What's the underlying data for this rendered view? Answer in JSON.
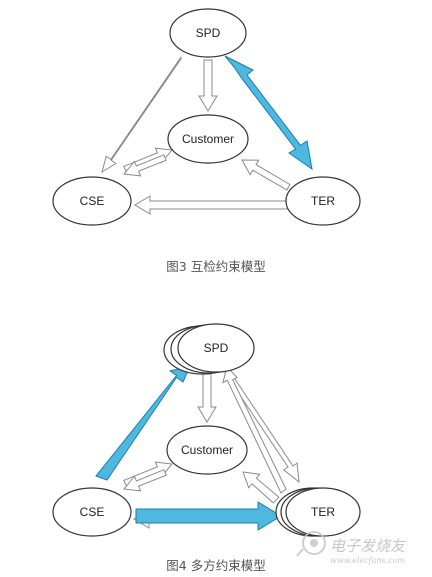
{
  "figure3": {
    "nodes": {
      "spd": "SPD",
      "customer": "Customer",
      "cse": "CSE",
      "ter": "TER"
    },
    "caption": "图3  互检约束模型"
  },
  "figure4": {
    "nodes": {
      "spd": "SPD",
      "customer": "Customer",
      "cse": "CSE",
      "ter": "TER"
    },
    "caption": "图4  多方约束模型"
  },
  "watermark": {
    "cn": "电子发烧友",
    "url": "www.elecfans.com"
  },
  "colors": {
    "highlight": "#4fb8df",
    "outline": "#8a8a8a",
    "node_stroke": "#333333"
  }
}
